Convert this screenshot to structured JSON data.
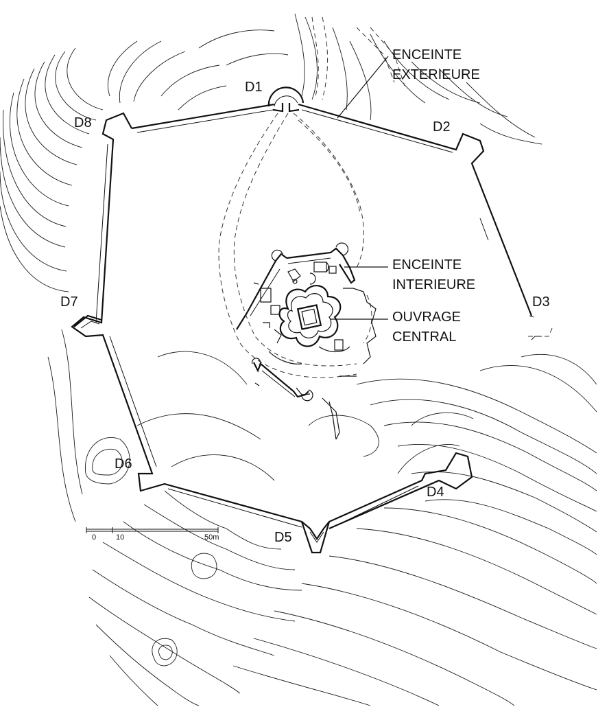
{
  "labels": {
    "d1": "D1",
    "d2": "D2",
    "d3": "D3",
    "d4": "D4",
    "d5": "D5",
    "d6": "D6",
    "d7": "D7",
    "d8": "D8"
  },
  "annotations": {
    "enceinte_exterieure": [
      "ENCEINTE",
      "EXTERIEURE"
    ],
    "enceinte_interieure": [
      "ENCEINTE",
      "INTERIEURE"
    ],
    "ouvrage_central": [
      "OUVRAGE",
      "CENTRAL"
    ]
  },
  "scale_bar": {
    "ticks": [
      "0",
      "10",
      "50m"
    ]
  },
  "colors": {
    "ink": "#111111",
    "background": "#ffffff"
  }
}
